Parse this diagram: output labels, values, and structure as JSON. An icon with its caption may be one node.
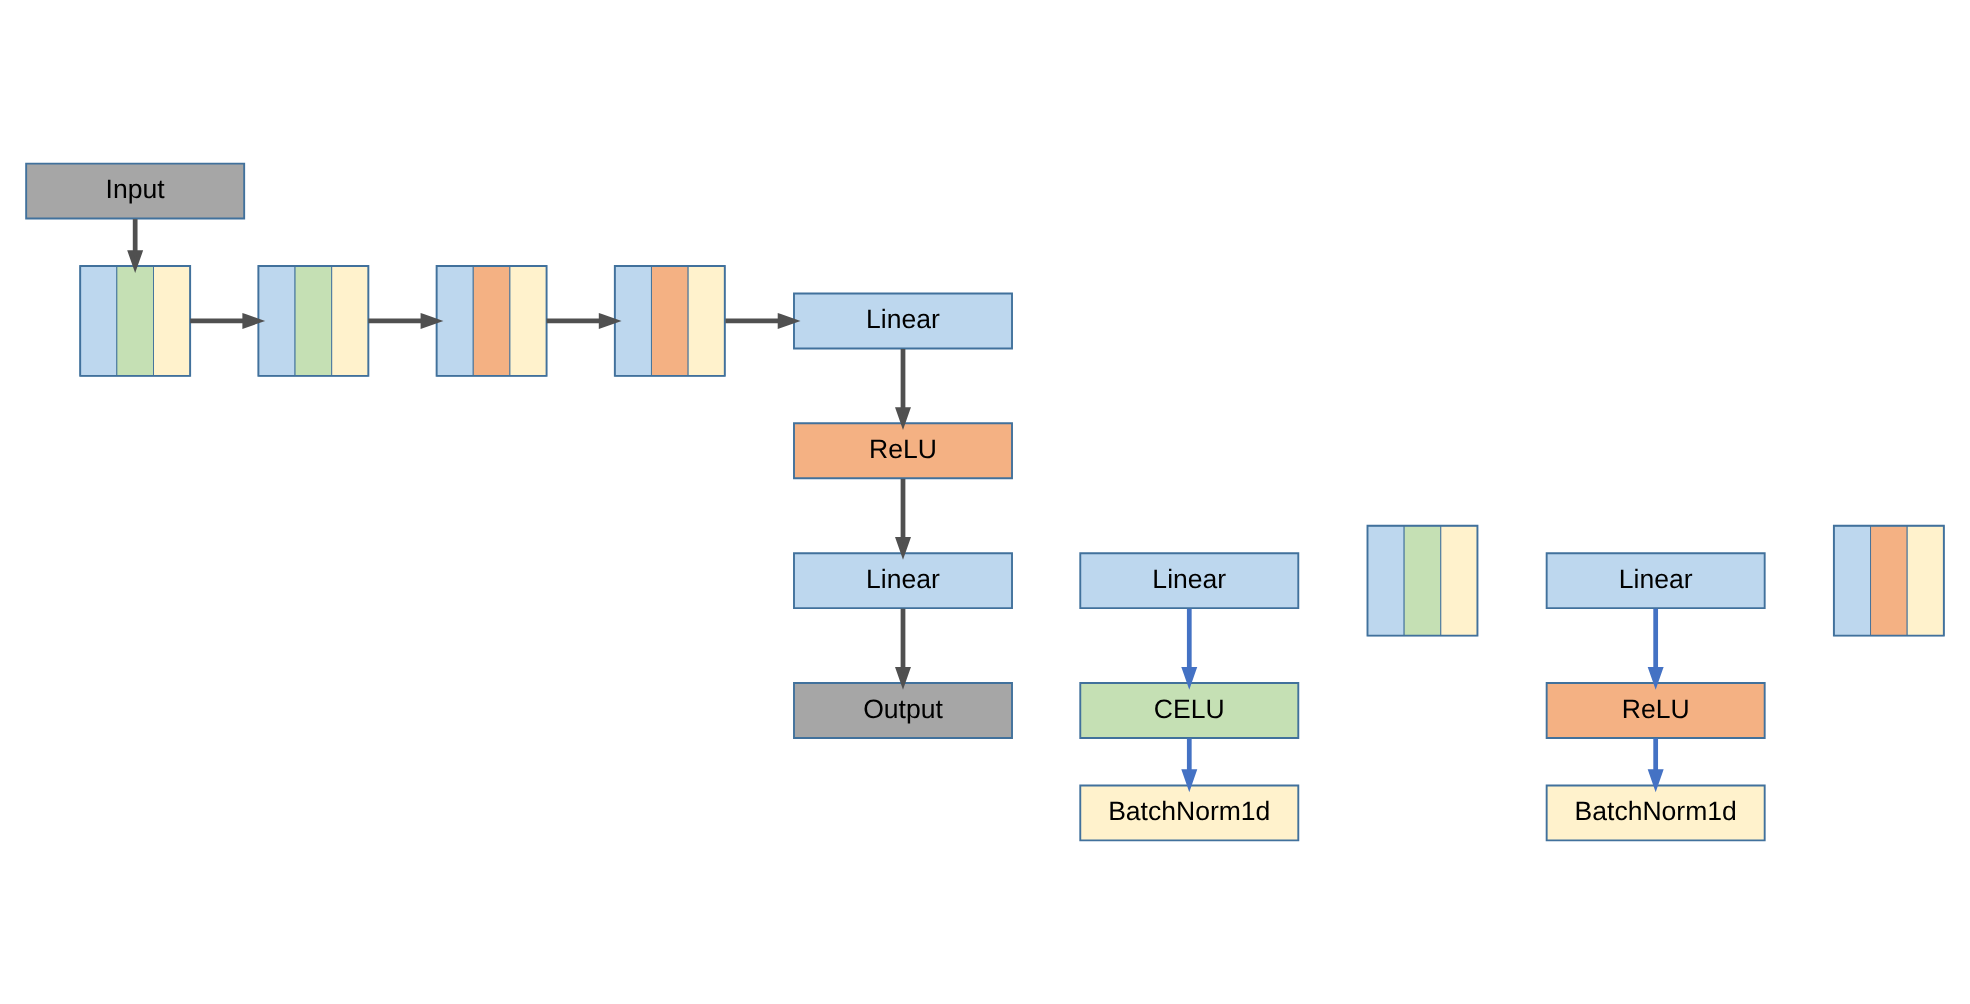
{
  "diagram": {
    "nodes": [
      {
        "text": [
          "Input"
        ]
      },
      {
        "text": [],
        "shape": "box"
      },
      {
        "text": [],
        "shape": "box"
      },
      {
        "text": [],
        "shape": "box"
      },
      {
        "text": [],
        "shape": "box"
      },
      {
        "text": [
          "Linear"
        ]
      },
      {
        "text": [
          "ReLU"
        ]
      },
      {
        "text": [
          "Linear"
        ]
      },
      {
        "text": [
          "Output"
        ]
      },
      {
        "text": [
          "Linear"
        ]
      },
      {
        "text": [
          "CELU"
        ]
      },
      {
        "text": [
          "BatchNorm1d"
        ]
      },
      {
        "text": [],
        "shape": "box"
      },
      {
        "text": [
          "Linear"
        ]
      },
      {
        "text": [
          "ReLU"
        ]
      },
      {
        "text": [
          "BatchNorm1d"
        ]
      },
      {
        "text": [],
        "shape": "box"
      }
    ],
    "edges": [
      {
        "from": 0,
        "to": 1,
        "arrow": "to"
      },
      {
        "from": 1,
        "to": 2,
        "arrow": "to"
      },
      {
        "from": 2,
        "to": 3,
        "arrow": "to"
      },
      {
        "from": 3,
        "to": 4,
        "arrow": "to"
      },
      {
        "from": 4,
        "to": 5,
        "arrow": "to"
      },
      {
        "from": 5,
        "to": 6,
        "arrow": "to"
      },
      {
        "from": 6,
        "to": 7,
        "arrow": "to"
      },
      {
        "from": 7,
        "to": 8,
        "arrow": "to"
      },
      {
        "from": 9,
        "to": 10,
        "arrow": "to",
        "color": "#4472c4"
      },
      {
        "from": 10,
        "to": 11,
        "arrow": "to",
        "color": "#4472c4"
      },
      {
        "from": 13,
        "to": 14,
        "arrow": "to",
        "color": "#4472c4"
      },
      {
        "from": 14,
        "to": 15,
        "arrow": "to",
        "color": "#4472c4"
      }
    ]
  }
}
